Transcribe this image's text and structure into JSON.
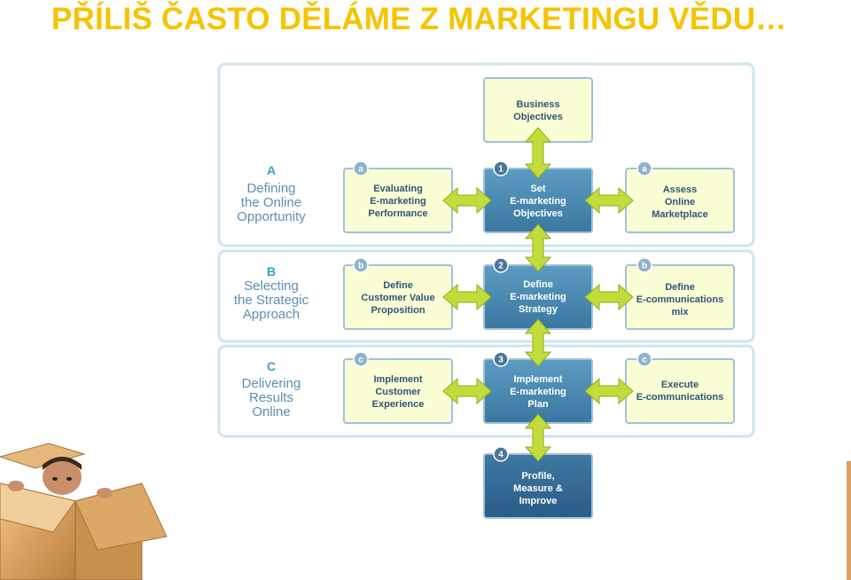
{
  "title": "PŘÍLIŠ ČASTO DĚLÁME Z MARKETINGU VĚDU…",
  "diagram": {
    "top_box": [
      "Business",
      "Objectives"
    ],
    "rows": [
      {
        "letter": "A",
        "label": [
          "Defining",
          "the Online",
          "Opportunity"
        ],
        "left_badge": "a",
        "left": [
          "Evaluating",
          "E-marketing",
          "Performance"
        ],
        "center_badge": "1",
        "center": [
          "Set",
          "E-marketing",
          "Objectives"
        ],
        "right_badge": "a",
        "right": [
          "Assess",
          "Online",
          "Marketplace"
        ]
      },
      {
        "letter": "B",
        "label": [
          "Selecting",
          "the Strategic",
          "Approach"
        ],
        "left_badge": "b",
        "left": [
          "Define",
          "Customer Value",
          "Proposition"
        ],
        "center_badge": "2",
        "center": [
          "Define",
          "E-marketing",
          "Strategy"
        ],
        "right_badge": "b",
        "right": [
          "Define",
          "E-communications",
          "mix"
        ]
      },
      {
        "letter": "C",
        "label": [
          "Delivering",
          "Results",
          "Online"
        ],
        "left_badge": "c",
        "left": [
          "Implement",
          "Customer",
          "Experience"
        ],
        "center_badge": "3",
        "center": [
          "Implement",
          "E-marketing",
          "Plan"
        ],
        "right_badge": "c",
        "right": [
          "Execute",
          "E-communications"
        ]
      }
    ],
    "bottom_badge": "4",
    "bottom_box": [
      "Profile,",
      "Measure &",
      "Improve"
    ]
  }
}
